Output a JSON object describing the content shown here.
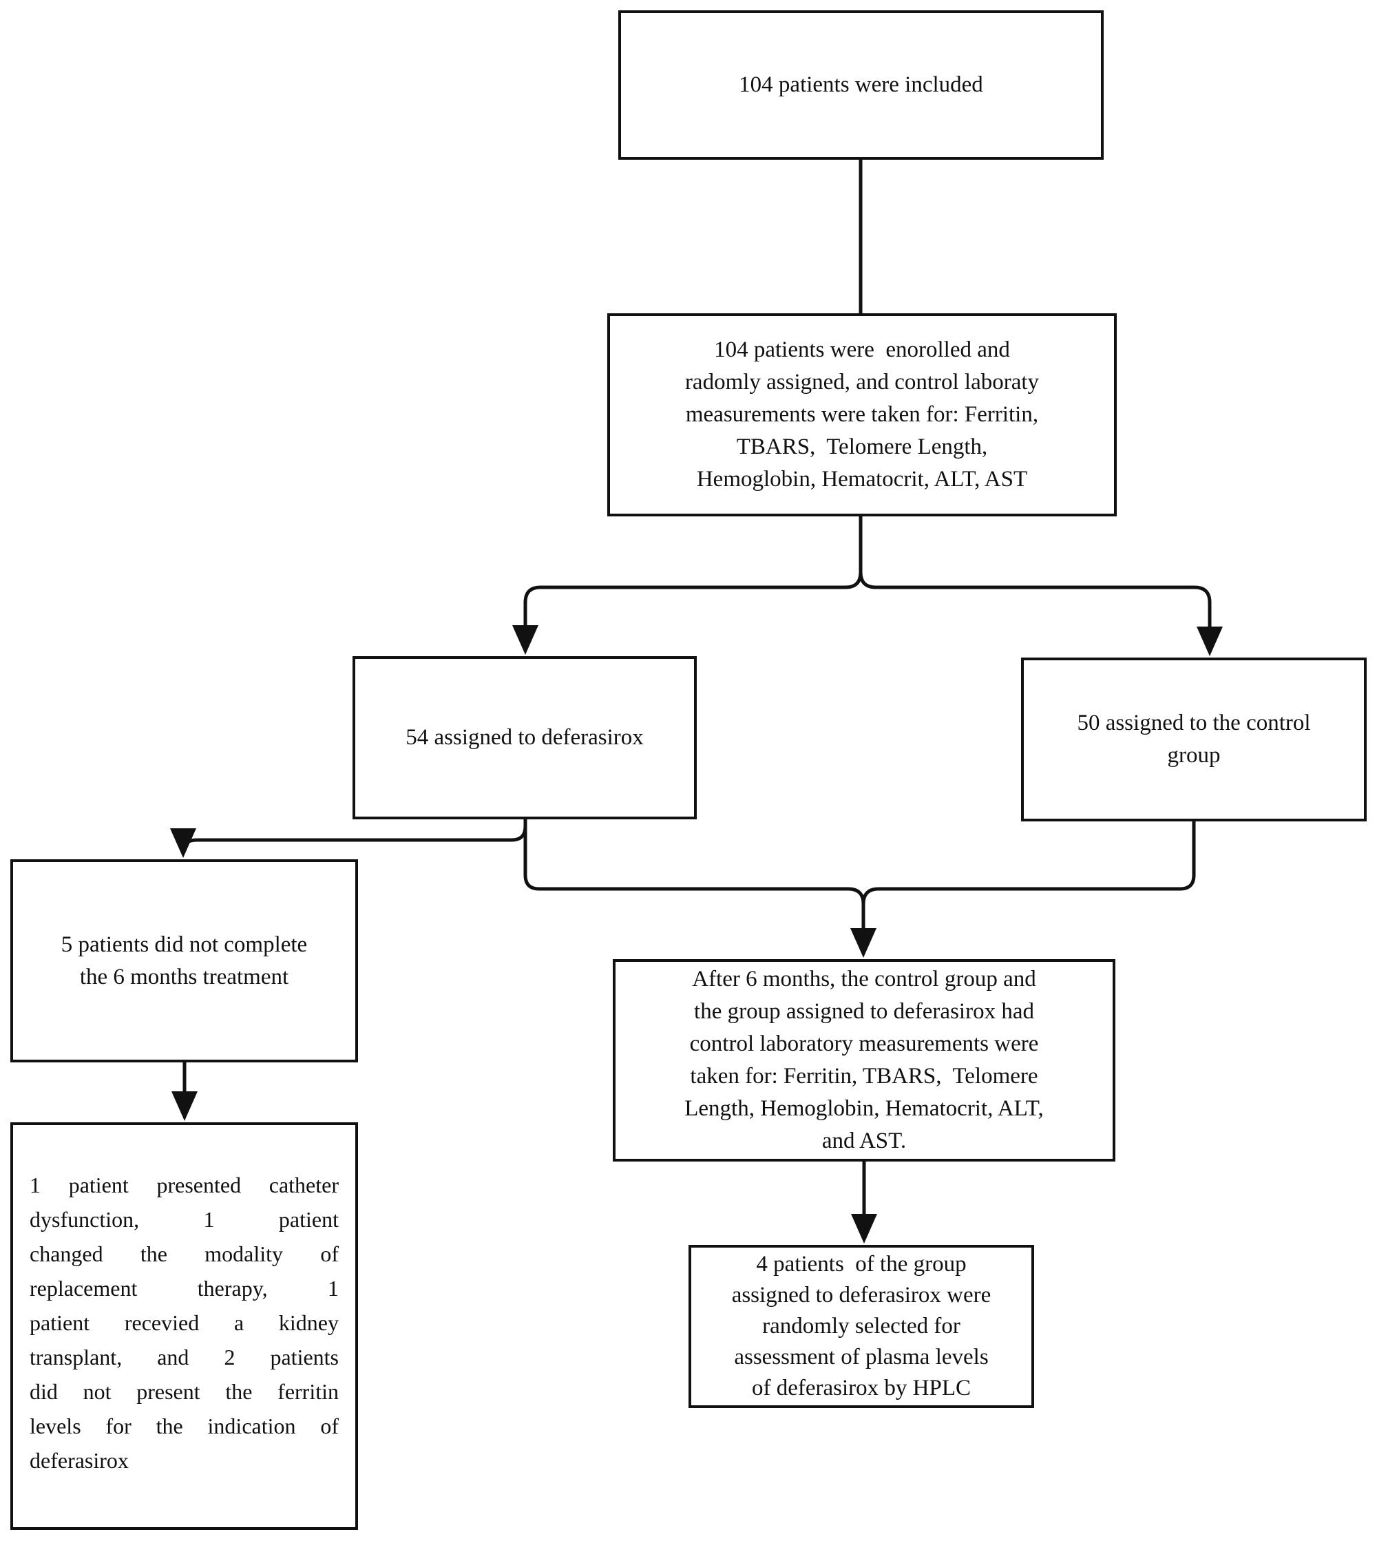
{
  "diagram": {
    "colors": {
      "line": "#111111",
      "background": "#ffffff",
      "text": "#111111"
    },
    "boxes": {
      "included": {
        "text": "104 patients were included"
      },
      "enrolled": {
        "text": "104 patients were  enorolled and\nradomly assigned, and control laboraty\nmeasurements were taken for: Ferritin,\nTBARS,  Telomere Length,\nHemoglobin, Hematocrit, ALT, AST"
      },
      "deferasirox_group": {
        "text": "54 assigned to deferasirox"
      },
      "control_group": {
        "text": "50 assigned to the control\ngroup"
      },
      "dropout": {
        "text": "5 patients did not complete\nthe 6 months treatment"
      },
      "dropout_reasons": {
        "lines": [
          "1 patient presented catheter",
          "dysfunction, 1 patient",
          "changed the modality of",
          "replacement therapy,  1",
          "patient recevied a kidney",
          "transplant, and 2 patients",
          "did not present the ferritin",
          "levels for the indication of",
          "deferasirox"
        ]
      },
      "followup": {
        "text": "After 6 months, the control group and\nthe group assigned to deferasirox had\ncontrol laboratory measurements were\ntaken for: Ferritin, TBARS,  Telomere\nLength, Hemoglobin, Hematocrit, ALT,\nand AST."
      },
      "hplc": {
        "text": "4 patients  of the group\nassigned to deferasirox were\nrandomly selected for\nassessment of plasma levels\nof deferasirox by HPLC"
      }
    },
    "connections": [
      "included -> enrolled",
      "enrolled -> deferasirox_group",
      "enrolled -> control_group",
      "deferasirox_group -> dropout",
      "deferasirox_group -> followup",
      "control_group -> followup",
      "dropout -> dropout_reasons",
      "followup -> hplc"
    ]
  }
}
